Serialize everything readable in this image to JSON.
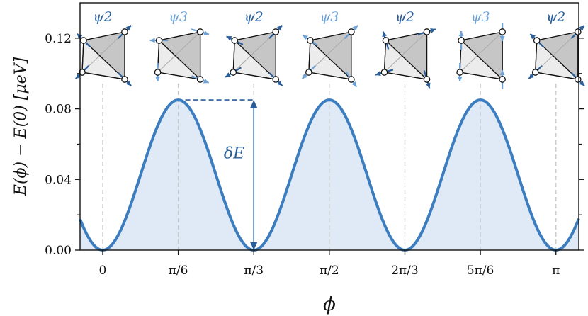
{
  "chart_data": {
    "type": "area",
    "xlabel": "ϕ",
    "ylabel": "E(ϕ) − E(0) [μeV]",
    "x_ticks": [
      "0",
      "π/6",
      "π/3",
      "π/2",
      "2π/3",
      "5π/6",
      "π"
    ],
    "x_tick_values": [
      0,
      0.5236,
      1.0472,
      1.5708,
      2.0944,
      2.618,
      3.1416
    ],
    "xlim": [
      -0.157,
      3.3
    ],
    "y_ticks": [
      "0.00",
      "0.04",
      "0.08",
      "0.12"
    ],
    "y_tick_values": [
      0.0,
      0.04,
      0.08,
      0.12
    ],
    "ylim": [
      0.0,
      0.14
    ],
    "series": [
      {
        "formula": "A*(1-cos(6*phi))/2",
        "amplitude": 0.085,
        "x": [
          0,
          0.2618,
          0.5236,
          0.7854,
          1.0472,
          1.309,
          1.5708,
          1.8326,
          2.0944,
          2.3562,
          2.618,
          2.8798,
          3.1416
        ],
        "y": [
          0.0,
          0.0425,
          0.085,
          0.0425,
          0.0,
          0.0425,
          0.085,
          0.0425,
          0.0,
          0.0425,
          0.085,
          0.0425,
          0.0
        ]
      }
    ],
    "annotations": [
      {
        "text": "δE",
        "x": 1.0472,
        "y_from": 0.0,
        "y_to": 0.085
      }
    ],
    "inset_labels": [
      "ψ2",
      "ψ3",
      "ψ2",
      "ψ3",
      "ψ2",
      "ψ3",
      "ψ2"
    ],
    "inset_x_values": [
      0,
      0.5236,
      1.0472,
      1.5708,
      2.0944,
      2.618,
      3.1416
    ],
    "colors": {
      "line": "#3b7dbf",
      "fill": "#dfeaf6",
      "psi2": "#2a5e9a",
      "psi3": "#6ea2d6",
      "guide": "#c8c8c8"
    }
  }
}
